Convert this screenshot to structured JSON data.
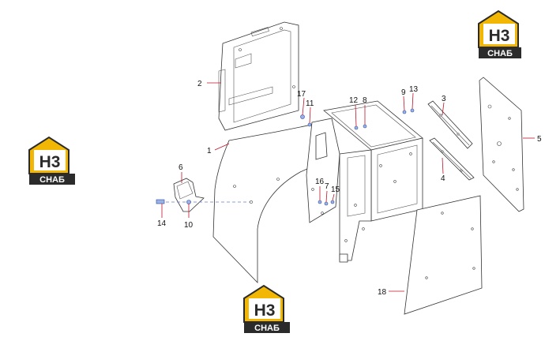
{
  "brand": {
    "logo_main": "H3",
    "logo_sub": "СНАБ",
    "colors": {
      "yellow": "#f2b705",
      "dark": "#2b2b2b",
      "white": "#ffffff"
    }
  },
  "colors": {
    "leader": "#c0142a",
    "line": "#333333",
    "fastener": "#2b4a9a"
  },
  "callouts": {
    "c1": "1",
    "c2": "2",
    "c3": "3",
    "c4": "4",
    "c5": "5",
    "c6": "6",
    "c7": "7",
    "c8": "8",
    "c9": "9",
    "c10": "10",
    "c11": "11",
    "c12": "12",
    "c13": "13",
    "c14": "14",
    "c15": "15",
    "c16": "16",
    "c17": "17",
    "c18": "18"
  }
}
